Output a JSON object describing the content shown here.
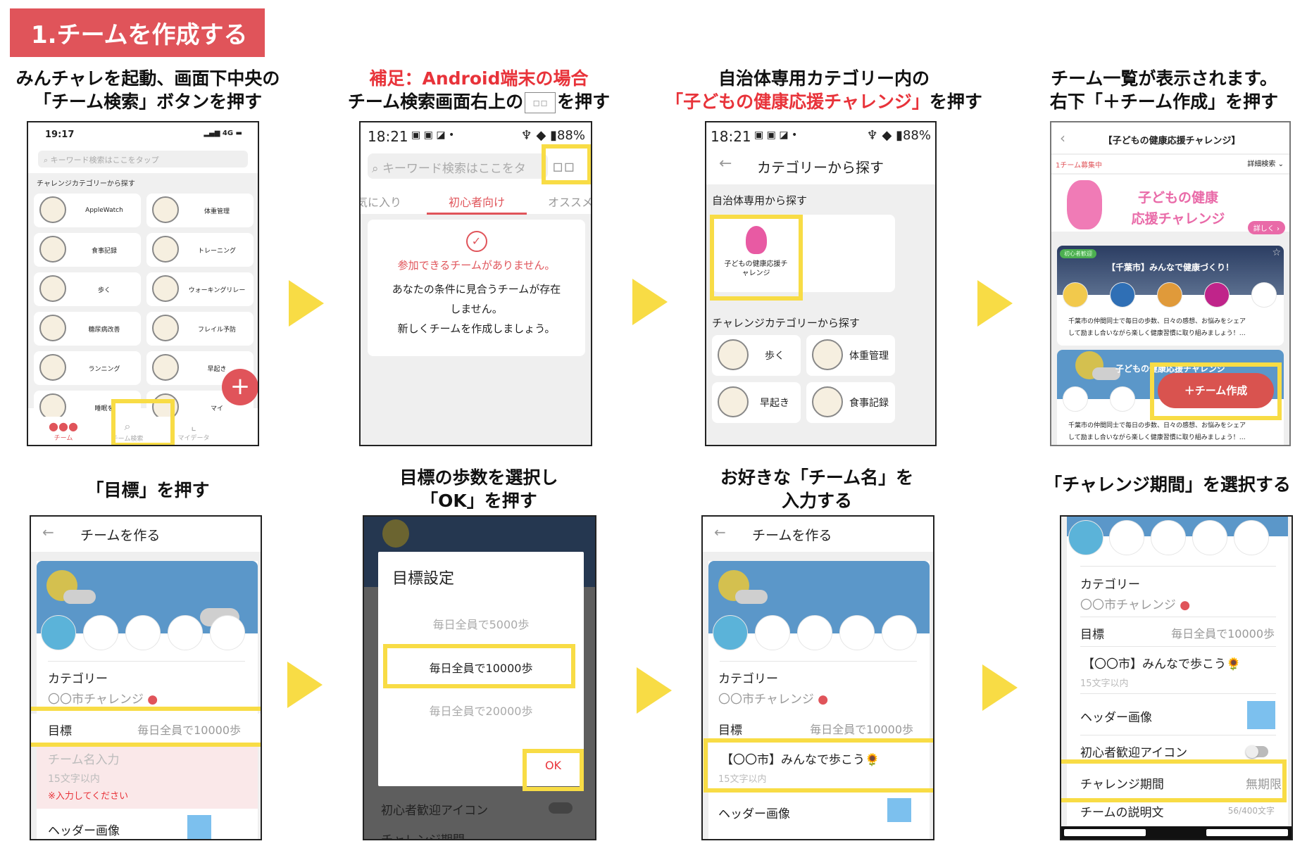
{
  "banner": "1.チームを作成する",
  "steps": [
    {
      "l1": "みんチャレを起動、画面下中央の",
      "l2": "「チーム検索」ボタンを押す"
    },
    {
      "l1": "補足：Android端末の場合",
      "l2a": "チーム検索画面右上の",
      "l2b": "を押す"
    },
    {
      "l1": "自治体専用カテゴリー内の",
      "l2a": "「子どもの健康応援チャレンジ」",
      "l2b": "を押す"
    },
    {
      "l1": "チーム一覧が表示されます。",
      "l2": "右下「＋チーム作成」を押す"
    },
    {
      "l1": "「目標」を押す"
    },
    {
      "l1": "目標の歩数を選択し",
      "l2": "「OK」を押す"
    },
    {
      "l1": "お好きな「チーム名」を",
      "l2": "入力する"
    },
    {
      "l1": "「チャレンジ期間」を選択する"
    }
  ],
  "p1": {
    "time": "19:17",
    "network": "4G",
    "search_placeholder": "キーワード検索はここをタップ",
    "section": "チャレンジカテゴリーから探す",
    "categories": [
      "AppleWatch",
      "体重管理",
      "食事記録",
      "トレーニング",
      "歩く",
      "ウォーキングリレー",
      "糖尿病改善",
      "フレイル予防",
      "ランニング",
      "早起き",
      "睡眠を",
      "マイ"
    ],
    "fab": "+",
    "nav": [
      "チーム",
      "チーム検索",
      "マイデータ"
    ]
  },
  "p2": {
    "time": "18:21",
    "battery": "88%",
    "search_placeholder": "キーワード検索はここをタ",
    "tabs": [
      "気に入り",
      "初心者向け",
      "オススメ"
    ],
    "empty_title": "参加できるチームがありません。",
    "empty_l1": "あなたの条件に見合うチームが存在",
    "empty_l2": "しません。",
    "empty_l3": "新しくチームを作成しましょう。"
  },
  "p3": {
    "time": "18:21",
    "battery": "88%",
    "title": "カテゴリーから探す",
    "section1": "自治体専用から探す",
    "special": "子どもの健康応援チャレンジ",
    "section2": "チャレンジカテゴリーから探す",
    "categories": [
      "歩く",
      "体重管理",
      "早起き",
      "食事記録"
    ]
  },
  "p4": {
    "title": "【子どもの健康応援チャレンジ】",
    "count": "1チーム募集中",
    "filter": "詳細検索",
    "banner_l1": "子どもの健康",
    "banner_l2": "応援チャレンジ",
    "details": "詳しく ›",
    "team1": {
      "badge": "初心者歓迎",
      "name": "【千葉市】みんなで健康づくり！",
      "desc1": "千葉市の仲間同士で毎日の歩数、日々の感想、お悩みをシェア",
      "desc2": "して励まし合いながら楽しく健康習慣に取り組みましょう！…"
    },
    "team2": {
      "name": "子どもの健康応援チャレンジ",
      "desc1": "千葉市の仲間同士で毎日の歩数、日々の感想、お悩みをシェア",
      "desc2": "して励まし合いながら楽しく健康習慣に取り組みましょう！…"
    },
    "create": "＋チーム作成"
  },
  "form": {
    "title": "チームを作る",
    "category_label": "カテゴリー",
    "category_value": "〇〇市チャレンジ",
    "goal_label": "目標",
    "goal_value": "毎日全員で10000歩",
    "name_placeholder": "チーム名入力",
    "name_hint": "15文字以内",
    "name_error": "※入力してください",
    "name_value": "【〇〇市】みんなで歩こう🌻",
    "header_image": "ヘッダー画像",
    "beginner": "初心者歓迎アイコン",
    "period_label": "チャレンジ期間",
    "period_value": "無期限",
    "desc_label": "チームの説明文",
    "desc_count": "56/400文字"
  },
  "dialog": {
    "title": "目標設定",
    "options": [
      "毎日全員で5000歩",
      "毎日全員で10000歩",
      "毎日全員で20000歩"
    ],
    "ok": "OK"
  },
  "colors": {
    "highlight": "#f8dc45",
    "banner": "#e0545a",
    "accent": "#e8333a"
  }
}
